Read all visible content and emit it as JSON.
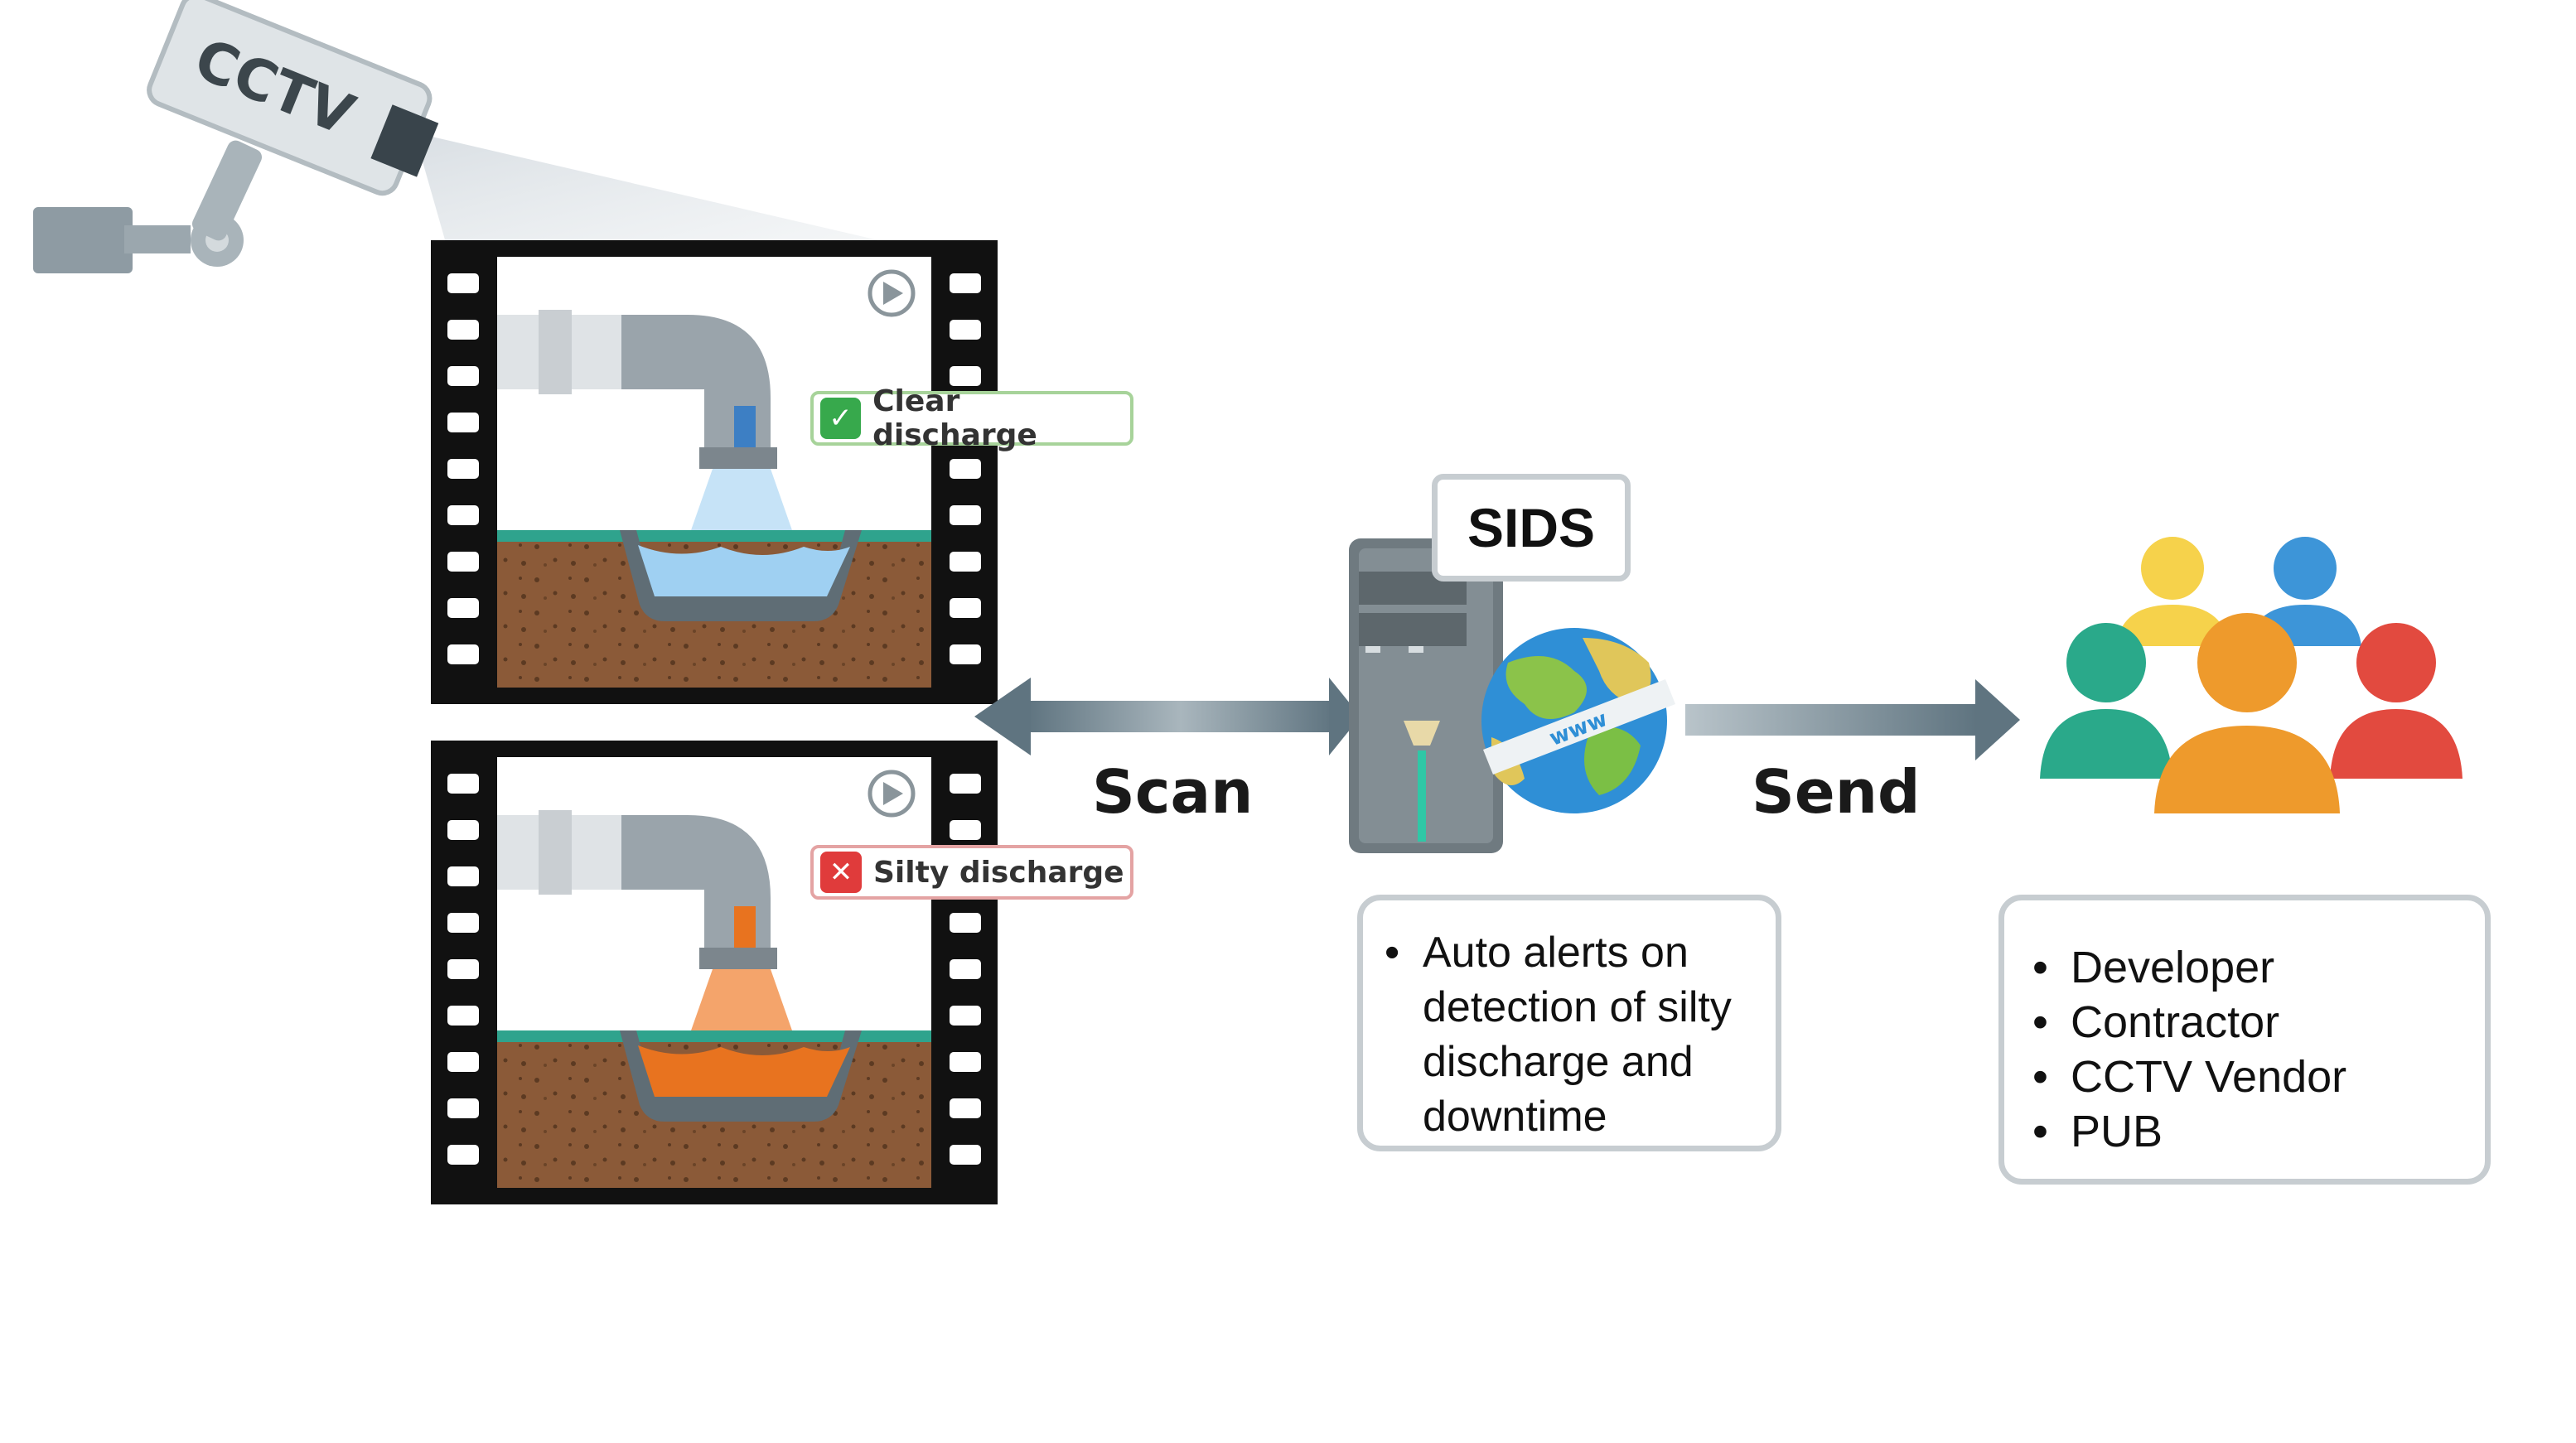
{
  "camera": {
    "label": "CCTV"
  },
  "frames": {
    "top": {
      "status": "Clear discharge",
      "status_type": "ok",
      "water_color": "#9fd0f2",
      "flow_color": "#c6e3f7"
    },
    "bottom": {
      "status": "Silty discharge",
      "status_type": "error",
      "water_color": "#e8731f",
      "flow_color": "#f4a46b"
    }
  },
  "flow": {
    "scan_label": "Scan",
    "send_label": "Send"
  },
  "server": {
    "label": "SIDS",
    "notes": [
      "Auto alerts on detection of silty discharge and downtime"
    ]
  },
  "recipients": {
    "items": [
      "Developer",
      "Contractor",
      "CCTV Vendor",
      "PUB"
    ],
    "colors": [
      "#f6d24b",
      "#3d95d8",
      "#2aa98a",
      "#ee9a2c",
      "#e24a3f"
    ]
  },
  "colors": {
    "arrow": "#5f7480",
    "box_border": "#c7cdd1",
    "ok": "#37a94c",
    "error": "#e03b3b"
  }
}
